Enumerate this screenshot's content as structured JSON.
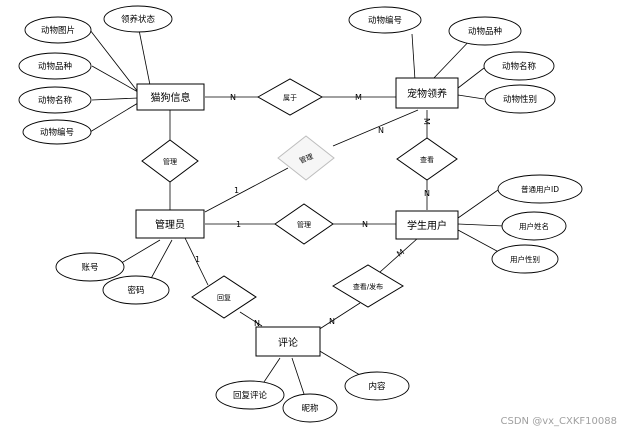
{
  "entities": {
    "cat_info": "猫狗信息",
    "pet_adopt": "宠物领养",
    "admin": "管理员",
    "student": "学生用户",
    "comment": "评论"
  },
  "relations": {
    "belongs": "属于",
    "manage_left": "管理",
    "manage_diag": "管理",
    "manage_mid": "管理",
    "view": "查看",
    "reply": "回复",
    "view_post": "查看/发布"
  },
  "attributes": {
    "cat_photo": "动物图片",
    "cat_status": "领养状态",
    "cat_breed": "动物品种",
    "cat_name": "动物名称",
    "cat_id": "动物编号",
    "pet_id": "动物编号",
    "pet_breed": "动物品种",
    "pet_name": "动物名称",
    "pet_gender": "动物性别",
    "stu_account": "普通用户ID",
    "stu_name": "用户姓名",
    "stu_gender": "用户性别",
    "adm_account": "账号",
    "adm_password": "密码",
    "cmt_reply": "回复评论",
    "cmt_nick": "昵称",
    "cmt_content": "内容"
  },
  "cardinalities": {
    "cat_belongs": "N",
    "pet_belongs": "M",
    "pet_diag": "N",
    "admin_diag": "1",
    "pet_view": "M",
    "stu_view": "N",
    "admin_manage": "1",
    "stu_manage": "N",
    "admin_reply": "1",
    "comment_reply": "N",
    "stu_post": "M",
    "comment_post": "N"
  },
  "watermark": "CSDN @vx_CXKF10088"
}
